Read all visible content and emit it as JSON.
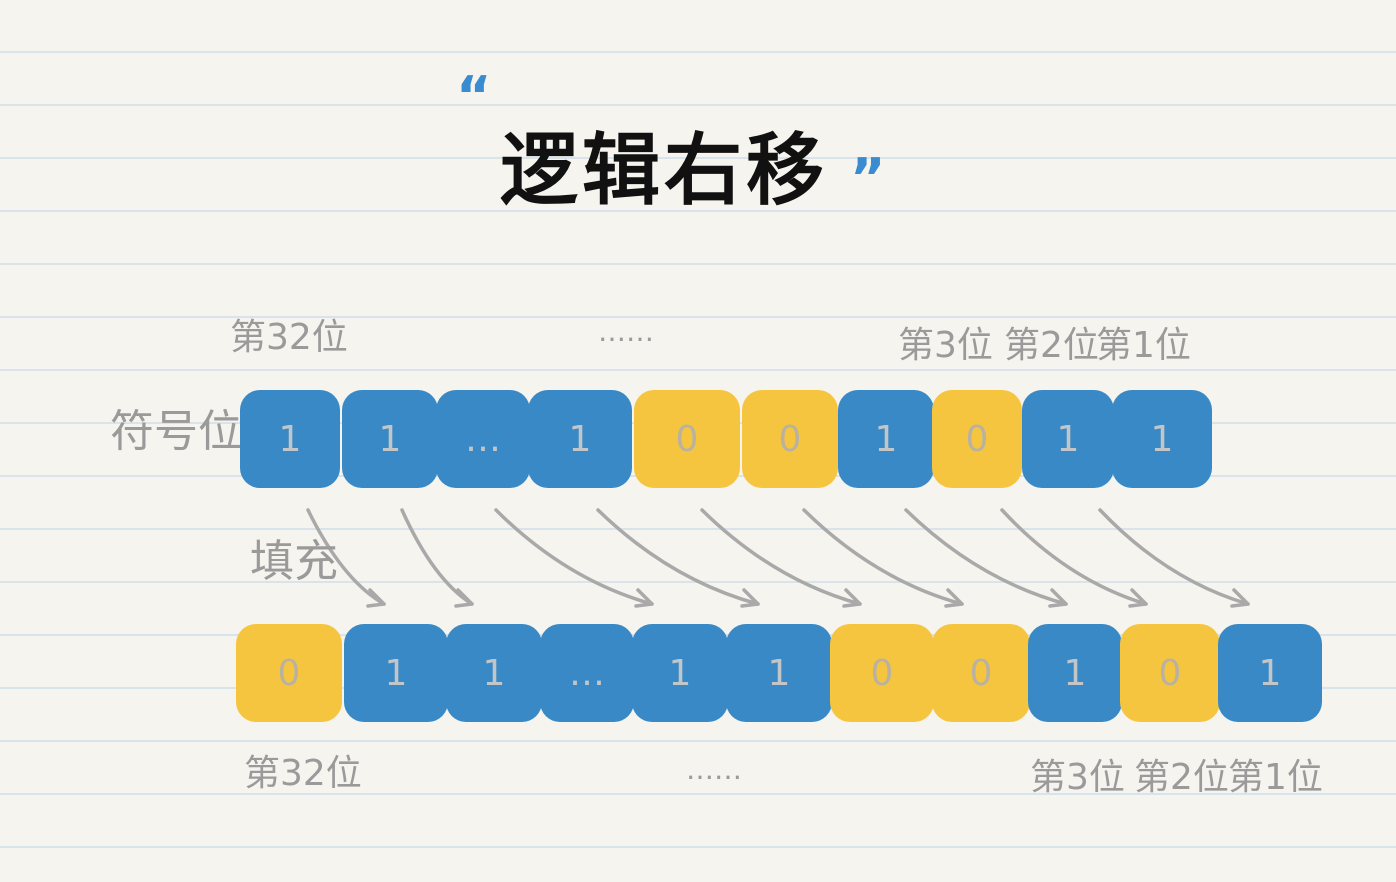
{
  "title": "逻辑右移",
  "quote_open": "“",
  "quote_close": "”",
  "side_label_sign": "符号位",
  "side_label_fill": "填充",
  "top_row": {
    "labels": {
      "bit32": "第32位",
      "ellipsis": "……",
      "bit3": "第3位",
      "bit2": "第2位",
      "bit1": "第1位"
    },
    "cells": [
      {
        "value": "1",
        "color": "blue"
      },
      {
        "value": "1",
        "color": "blue"
      },
      {
        "value": "…",
        "color": "blue"
      },
      {
        "value": "1",
        "color": "blue"
      },
      {
        "value": "0",
        "color": "yellow"
      },
      {
        "value": "0",
        "color": "yellow"
      },
      {
        "value": "1",
        "color": "blue"
      },
      {
        "value": "0",
        "color": "yellow"
      },
      {
        "value": "1",
        "color": "blue"
      },
      {
        "value": "1",
        "color": "blue"
      }
    ]
  },
  "bottom_row": {
    "labels": {
      "bit32": "第32位",
      "ellipsis": "……",
      "bit3": "第3位",
      "bit2": "第2位",
      "bit1": "第1位"
    },
    "cells": [
      {
        "value": "0",
        "color": "yellow"
      },
      {
        "value": "1",
        "color": "blue"
      },
      {
        "value": "1",
        "color": "blue"
      },
      {
        "value": "…",
        "color": "blue"
      },
      {
        "value": "1",
        "color": "blue"
      },
      {
        "value": "1",
        "color": "blue"
      },
      {
        "value": "0",
        "color": "yellow"
      },
      {
        "value": "0",
        "color": "yellow"
      },
      {
        "value": "1",
        "color": "blue"
      },
      {
        "value": "0",
        "color": "yellow"
      },
      {
        "value": "1",
        "color": "blue"
      }
    ]
  },
  "colors": {
    "blue": "#3889c6",
    "yellow": "#f6c540",
    "arrow": "#a9a9a9",
    "label": "#9a9a9a",
    "quote": "#3a8bd0"
  }
}
